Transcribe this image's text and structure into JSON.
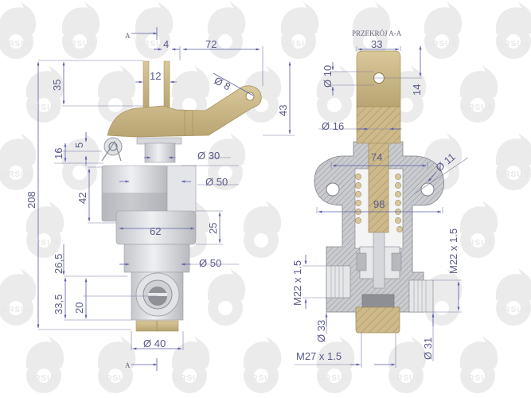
{
  "watermark": {
    "text": "URSUS",
    "color": "#e8e8e8"
  },
  "colors": {
    "brass": "#cdb98a",
    "brass_dark": "#a8945f",
    "steel": "#d2d4d8",
    "steel_dark": "#9a9ca2",
    "section_hatch": "#b5b7bb",
    "dimension": "#5a5a8a",
    "arrow": "#5b5fa8"
  },
  "left_view": {
    "name": "side-view",
    "section_marker_top": "A",
    "section_marker_bottom": "A",
    "dimensions": {
      "top_offset": "4",
      "lever_length": "72",
      "fork_gap": "12",
      "hole_dia": "Ø 8",
      "fork_height": "35",
      "lever_height": "43",
      "pin_offset": "5",
      "pin_height": "16",
      "stem_dia": "Ø 30",
      "upper_body_dia": "Ø 50",
      "upper_body_height": "42",
      "overall_height": "208",
      "flange_width": "62",
      "flange_height": "25",
      "lower_body_height": "26,5",
      "lower_body_dia": "Ø 50",
      "port_block_height": "33,5",
      "port_center": "20",
      "base_dia": "Ø 40"
    }
  },
  "right_view": {
    "name": "section-view",
    "title": "PRZEKRÓJ A-A",
    "dimensions": {
      "head_width": "33",
      "head_hole_offset": "14",
      "head_hole_dia": "Ø 10",
      "rod_dia": "Ø 16",
      "mount_hole_spacing": "74",
      "flange_width": "98",
      "mount_hole_dia": "Ø 11",
      "left_thread": "M22 x 1.5",
      "right_thread": "M22 x 1.5",
      "left_port_dia": "Ø 33",
      "bottom_thread": "M27 x 1.5",
      "right_port_dia": "Ø 31"
    }
  }
}
